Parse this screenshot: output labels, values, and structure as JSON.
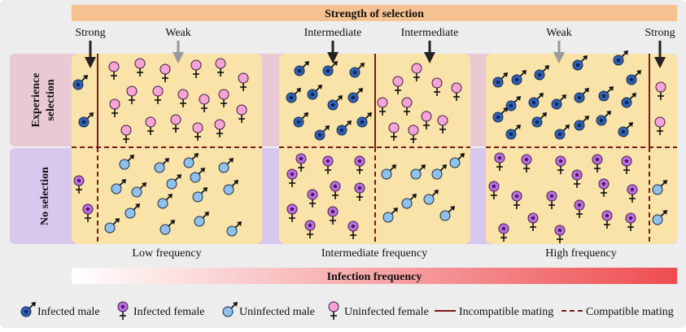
{
  "top_bar": {
    "label": "Strength of selection"
  },
  "bottom_bar": {
    "label": "Infection frequency"
  },
  "strength_labels": {
    "strong_left": "Strong",
    "weak_left": "Weak",
    "intermediate_a": "Intermediate",
    "intermediate_b": "Intermediate",
    "weak_right": "Weak",
    "strong_right": "Strong"
  },
  "row_labels": {
    "experience_line1": "Experience",
    "experience_line2": "selection",
    "none": "No selection"
  },
  "panel_labels": {
    "low": "Low frequency",
    "intermediate": "Intermediate frequency",
    "high": "High frequency"
  },
  "legend": {
    "infected_male": "Infected male",
    "infected_female": "Infected female",
    "uninfected_male": "Uninfected male",
    "uninfected_female": "Uninfected female",
    "incompatible": "Incompatible mating",
    "compatible": "Compatible mating"
  },
  "colors": {
    "background": "#ededed",
    "panel_fill": "#f9e3a8",
    "experience_band": "#e8c9d4",
    "no_selection_band": "#d8c8ee",
    "top_bar": "#f6c190",
    "infection_gradient_start": "#ffffff",
    "infection_gradient_end": "#ee4d50",
    "infected_male_fill": "#2f62b8",
    "infected_female_fill": "#c070e6",
    "uninfected_male_fill": "#8ec2ec",
    "uninfected_female_fill": "#f6a4d6",
    "mating_line": "#7a1a1a",
    "arrow_dark": "#222222",
    "arrow_gray": "#999999"
  },
  "icons": {
    "infected_male": "infected-male-icon",
    "infected_female": "infected-female-icon",
    "uninfected_male": "uninfected-male-icon",
    "uninfected_female": "uninfected-female-icon"
  }
}
